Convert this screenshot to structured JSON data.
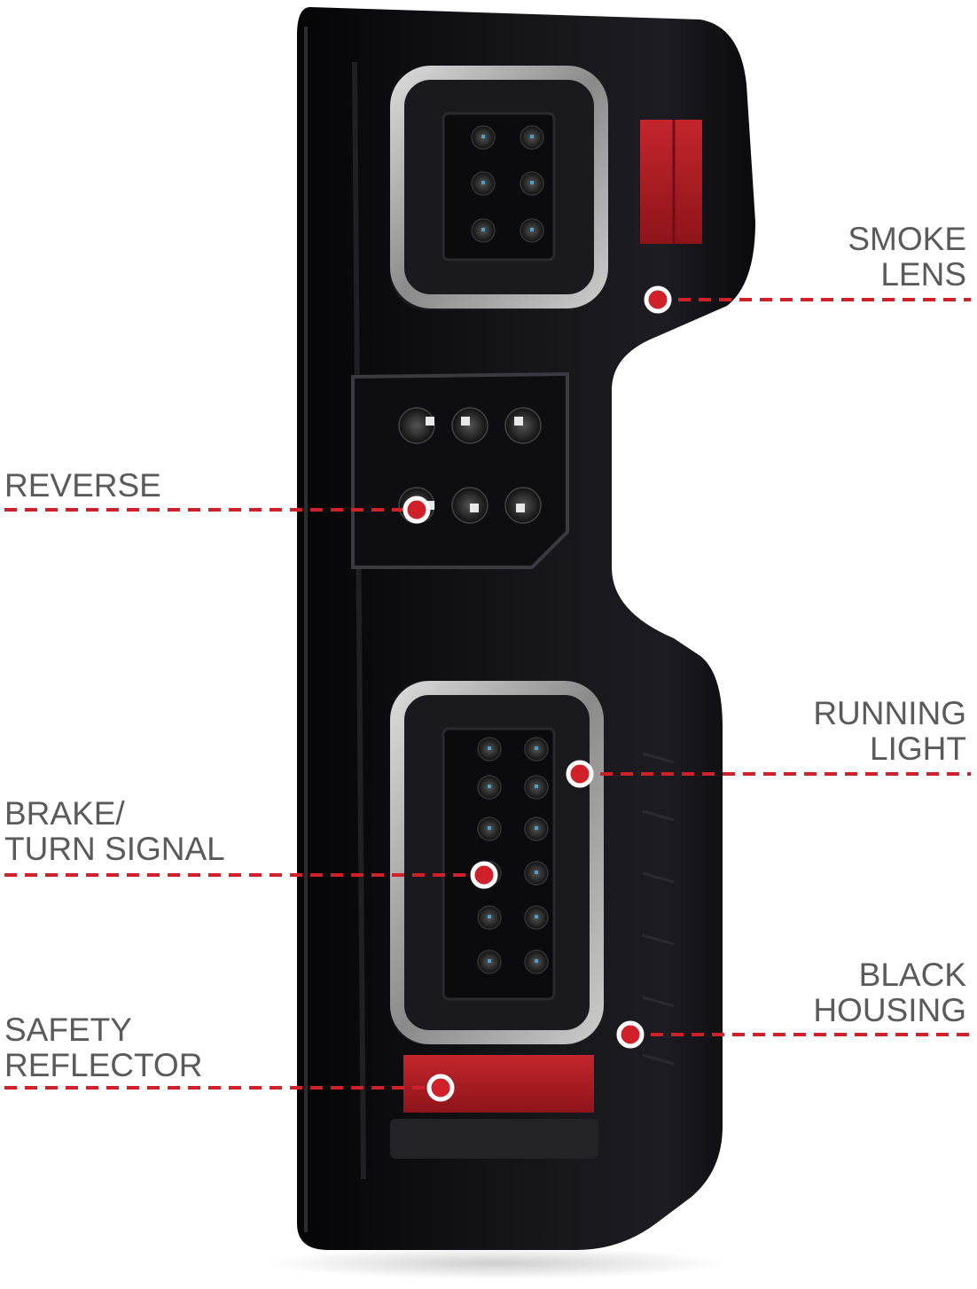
{
  "colors": {
    "accent": "#d0202a",
    "label_text": "#5a5a5a",
    "housing": "#0d0d0f",
    "reflector": "#b3191f"
  },
  "callouts": {
    "smoke_lens": {
      "line1": "SMOKE",
      "line2": "LENS"
    },
    "reverse": {
      "line1": "REVERSE"
    },
    "running_light": {
      "line1": "RUNNING",
      "line2": "LIGHT"
    },
    "brake_turn": {
      "line1": "BRAKE/",
      "line2": "TURN SIGNAL"
    },
    "black_housing": {
      "line1": "BLACK",
      "line2": "HOUSING"
    },
    "safety_reflector": {
      "line1": "SAFETY",
      "line2": "REFLECTOR"
    }
  }
}
